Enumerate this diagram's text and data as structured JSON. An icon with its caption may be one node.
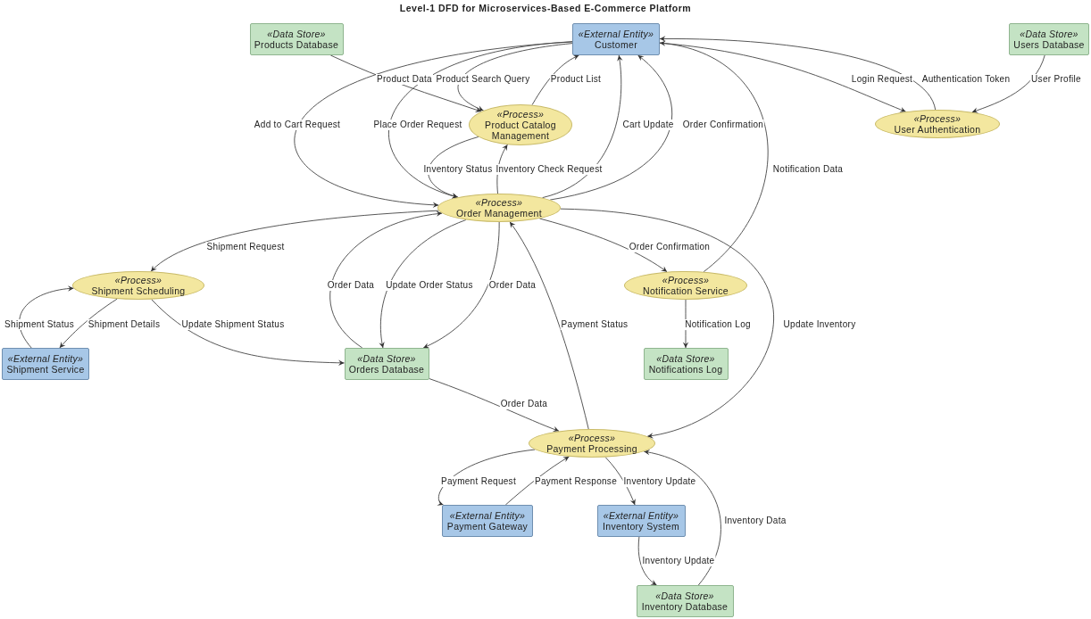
{
  "diagram": {
    "title": "Level-1 DFD for Microservices-Based E-Commerce Platform",
    "nodes": [
      {
        "text": [
          "«Data Store»",
          "Products Database"
        ]
      },
      {
        "text": [
          "«External Entity»",
          "Customer"
        ]
      },
      {
        "text": [
          "«Data Store»",
          "Users Database"
        ]
      },
      {
        "text": [
          "«Process»",
          "Product Catalog Management"
        ]
      },
      {
        "text": [
          "«Process»",
          "User Authentication"
        ]
      },
      {
        "text": [
          "«Process»",
          "Order Management"
        ]
      },
      {
        "text": [
          "«Process»",
          "Shipment Scheduling"
        ]
      },
      {
        "text": [
          "«Process»",
          "Notification Service"
        ]
      },
      {
        "text": [
          "«External Entity»",
          "Shipment Service"
        ]
      },
      {
        "text": [
          "«Data Store»",
          "Orders Database"
        ]
      },
      {
        "text": [
          "«Data Store»",
          "Notifications Log"
        ]
      },
      {
        "text": [
          "«Process»",
          "Payment Processing"
        ]
      },
      {
        "text": [
          "«External Entity»",
          "Payment Gateway"
        ]
      },
      {
        "text": [
          "«External Entity»",
          "Inventory System"
        ]
      },
      {
        "text": [
          "«Data Store»",
          "Inventory Database"
        ]
      }
    ],
    "edges": [
      {
        "from": 0,
        "to": 3,
        "arrow": "to",
        "label": "Product Data"
      },
      {
        "from": 1,
        "to": 3,
        "arrow": "to",
        "label": "Product Search Query"
      },
      {
        "from": 3,
        "to": 1,
        "arrow": "to",
        "label": "Product List"
      },
      {
        "from": 1,
        "to": 5,
        "arrow": "to",
        "label": "Add to Cart Request"
      },
      {
        "from": 1,
        "to": 5,
        "arrow": "to",
        "label": "Place Order Request"
      },
      {
        "from": 3,
        "to": 5,
        "arrow": "to",
        "label": "Inventory Status"
      },
      {
        "from": 5,
        "to": 3,
        "arrow": "to",
        "label": "Inventory Check Request"
      },
      {
        "from": 5,
        "to": 1,
        "arrow": "to",
        "label": "Cart Update"
      },
      {
        "from": 5,
        "to": 1,
        "arrow": "to",
        "label": "Order Confirmation"
      },
      {
        "from": 1,
        "to": 4,
        "arrow": "to",
        "label": "Login Request"
      },
      {
        "from": 4,
        "to": 1,
        "arrow": "to",
        "label": "Authentication Token"
      },
      {
        "from": 2,
        "to": 4,
        "arrow": "to",
        "label": "User Profile"
      },
      {
        "from": 7,
        "to": 1,
        "arrow": "to",
        "label": "Notification Data"
      },
      {
        "from": 5,
        "to": 6,
        "arrow": "to",
        "label": "Shipment Request"
      },
      {
        "from": 8,
        "to": 6,
        "arrow": "to",
        "label": "Shipment Status"
      },
      {
        "from": 6,
        "to": 8,
        "arrow": "to",
        "label": "Shipment Details"
      },
      {
        "from": 6,
        "to": 9,
        "arrow": "to",
        "label": "Update Shipment Status"
      },
      {
        "from": 9,
        "to": 5,
        "arrow": "to",
        "label": "Order Data"
      },
      {
        "from": 5,
        "to": 9,
        "arrow": "to",
        "label": "Update Order Status"
      },
      {
        "from": 5,
        "to": 9,
        "arrow": "to",
        "label": "Order Data"
      },
      {
        "from": 5,
        "to": 7,
        "arrow": "to",
        "label": "Order Confirmation"
      },
      {
        "from": 7,
        "to": 10,
        "arrow": "to",
        "label": "Notification Log"
      },
      {
        "from": 11,
        "to": 5,
        "arrow": "to",
        "label": "Payment Status"
      },
      {
        "from": 5,
        "to": 11,
        "arrow": "to",
        "label": "Update Inventory"
      },
      {
        "from": 9,
        "to": 11,
        "arrow": "to",
        "label": "Order Data"
      },
      {
        "from": 11,
        "to": 12,
        "arrow": "to",
        "label": "Payment Request"
      },
      {
        "from": 12,
        "to": 11,
        "arrow": "to",
        "label": "Payment Response"
      },
      {
        "from": 11,
        "to": 13,
        "arrow": "to",
        "label": "Inventory Update"
      },
      {
        "from": 13,
        "to": 14,
        "arrow": "to",
        "label": "Inventory Update"
      },
      {
        "from": 14,
        "to": 11,
        "arrow": "to",
        "label": "Inventory Data"
      }
    ]
  }
}
